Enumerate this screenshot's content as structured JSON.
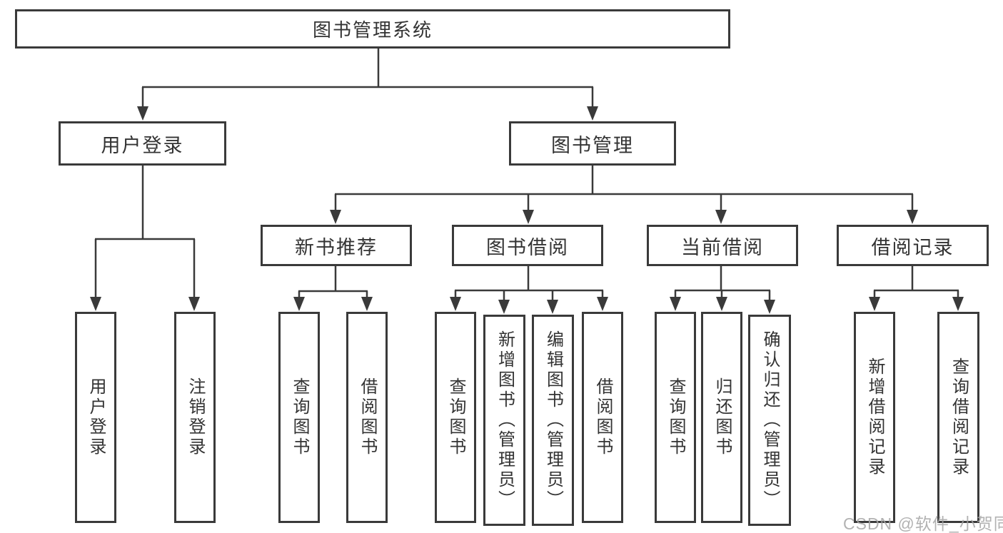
{
  "diagram": {
    "root": {
      "label": "图书管理系统"
    },
    "branches": [
      {
        "label": "用户登录",
        "children": [
          {
            "label": "用户登录"
          },
          {
            "label": "注销登录"
          }
        ]
      },
      {
        "label": "图书管理",
        "children": [
          {
            "label": "新书推荐",
            "children": [
              {
                "label": "查询图书"
              },
              {
                "label": "借阅图书"
              }
            ]
          },
          {
            "label": "图书借阅",
            "children": [
              {
                "label": "查询图书"
              },
              {
                "label": "新增图书（管理员）"
              },
              {
                "label": "编辑图书（管理员）"
              },
              {
                "label": "借阅图书"
              }
            ]
          },
          {
            "label": "当前借阅",
            "children": [
              {
                "label": "查询图书"
              },
              {
                "label": "归还图书"
              },
              {
                "label": "确认归还（管理员）"
              }
            ]
          },
          {
            "label": "借阅记录",
            "children": [
              {
                "label": "新增借阅记录"
              },
              {
                "label": "查询借阅记录"
              }
            ]
          }
        ]
      }
    ]
  },
  "watermark": {
    "text": "CSDN @软件_小贺同学"
  },
  "colors": {
    "line": "#3a3a3a",
    "text": "#333333",
    "watermark": "#a4a4a4",
    "background": "#ffffff"
  }
}
